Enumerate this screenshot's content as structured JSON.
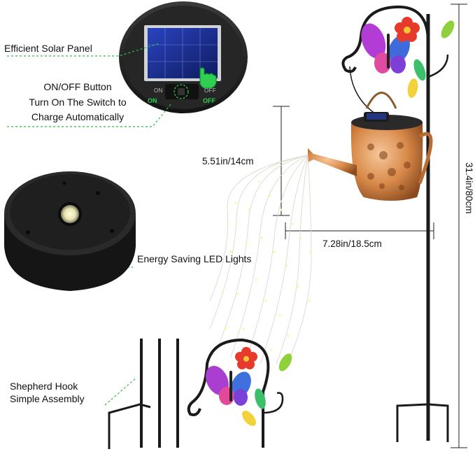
{
  "callouts": {
    "solar_panel": "Efficient Solar Panel",
    "switch_line1": "ON/OFF Button",
    "switch_line2": "Turn On The Switch to",
    "switch_line3": "Charge Automatically",
    "led": "Energy Saving LED Lights",
    "hook_line1": "Shepherd Hook",
    "hook_line2": "Simple Assembly"
  },
  "dimensions": {
    "can_height": "5.51in/14cm",
    "can_width": "7.28in/18.5cm",
    "total_height": "31.4in/80cm"
  },
  "switch_labels": {
    "on_small": "ON",
    "off_small": "OFF",
    "on_green": "ON",
    "off_green": "OFF"
  },
  "colors": {
    "callout_line": "#2fbf4a",
    "panel_blue": "#1d2f8c",
    "copper": "#c9783d",
    "stake": "#1a1a1a"
  }
}
